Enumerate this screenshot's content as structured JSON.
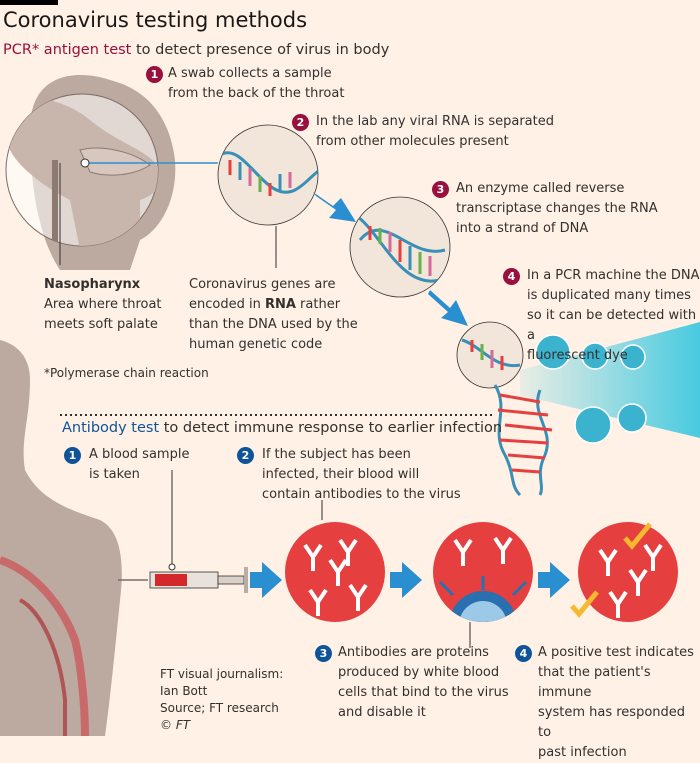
{
  "title": "Coronavirus testing methods",
  "pcr": {
    "heading_highlight": "PCR* antigen test",
    "heading_rest": " to detect presence of virus in body",
    "steps": [
      {
        "num": "1",
        "lines": [
          "A swab collects a sample",
          "from the back of the throat"
        ]
      },
      {
        "num": "2",
        "lines": [
          "In the lab any viral RNA is separated",
          "from other molecules present"
        ]
      },
      {
        "num": "3",
        "lines": [
          "An enzyme called reverse",
          "transcriptase changes the RNA",
          "into a strand of DNA"
        ]
      },
      {
        "num": "4",
        "lines": [
          "In a PCR machine the DNA",
          "is duplicated many times",
          "so it can be detected with a",
          "fluorescent dye"
        ]
      }
    ],
    "nasopharynx": {
      "label": "Nasopharynx",
      "lines": [
        "Area where throat",
        "meets soft palate"
      ]
    },
    "genes_note": {
      "line1": "Coronavirus genes are",
      "line2_pre": "encoded in ",
      "line2_bold": "RNA",
      "line2_post": " rather",
      "line3": "than the DNA used by the",
      "line4": "human genetic code"
    },
    "footnote": "*Polymerase chain reaction"
  },
  "antibody": {
    "heading_highlight": "Antibody test",
    "heading_rest": " to detect immune response to earlier infection",
    "steps": [
      {
        "num": "1",
        "lines": [
          "A blood sample",
          "is taken"
        ]
      },
      {
        "num": "2",
        "lines": [
          "If the subject has been",
          "infected, their blood will",
          "contain antibodies to the virus"
        ]
      },
      {
        "num": "3",
        "lines": [
          "Antibodies are proteins",
          "produced by white blood",
          "cells that bind to the virus",
          "and disable it"
        ]
      },
      {
        "num": "4",
        "lines": [
          "A positive test indicates",
          "that the patient's immune",
          "system has responded to",
          "past infection"
        ]
      }
    ]
  },
  "credits": {
    "line1": "FT visual journalism:",
    "line2": "Ian Bott",
    "line3": "Source; FT research",
    "line4": "© FT"
  },
  "colors": {
    "background": "#fff1e5",
    "pcr_accent": "#990f3d",
    "antibody_accent": "#0f5499",
    "arrow": "#2a8fd0",
    "circle_red": "#e5403f",
    "cyan": "#33c6df",
    "check": "#f5b82e"
  }
}
